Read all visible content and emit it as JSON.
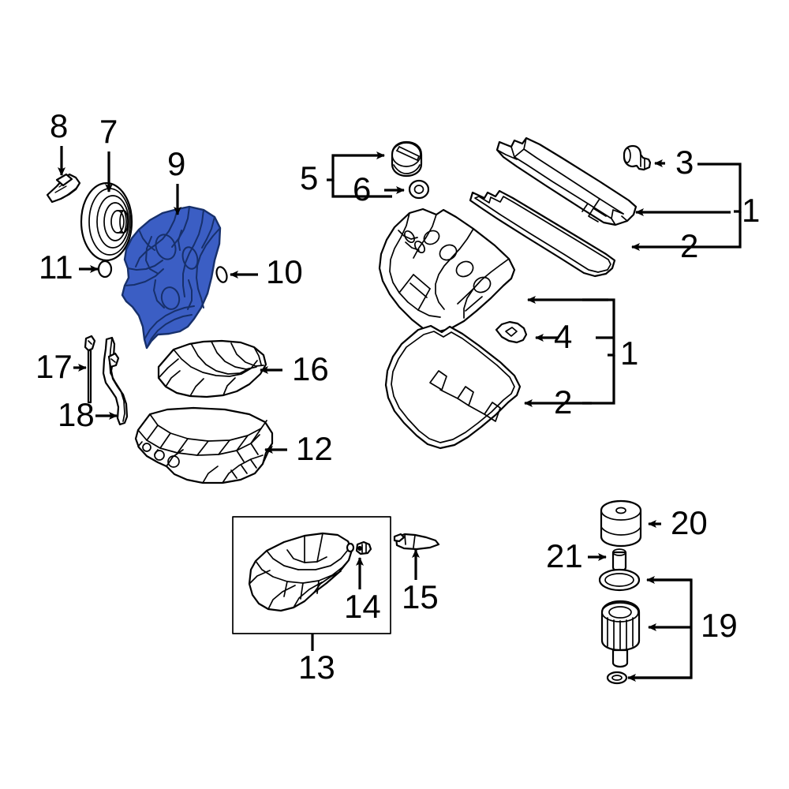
{
  "diagram": {
    "title": "Engine Parts Exploded Diagram",
    "highlight_color": "#3b5ec4",
    "line_color": "#000000",
    "background": "#ffffff",
    "highlighted_part_number": "9"
  },
  "callouts": [
    {
      "id": "c8",
      "label": "8",
      "part": "crankshaft-pulley-bolt"
    },
    {
      "id": "c7",
      "label": "7",
      "part": "crankshaft-pulley"
    },
    {
      "id": "c9",
      "label": "9",
      "part": "timing-cover-highlighted"
    },
    {
      "id": "c11",
      "label": "11",
      "part": "front-crankshaft-seal"
    },
    {
      "id": "c10",
      "label": "10",
      "part": "timing-cover-o-ring"
    },
    {
      "id": "c5",
      "label": "5",
      "part": "oil-filler-cap"
    },
    {
      "id": "c6",
      "label": "6",
      "part": "oil-filler-cap-seal"
    },
    {
      "id": "c3",
      "label": "3",
      "part": "spark-plug-tube-seal"
    },
    {
      "id": "c1a",
      "label": "1",
      "part": "valve-cover-group-upper"
    },
    {
      "id": "c2a",
      "label": "2",
      "part": "valve-cover-gasket-upper"
    },
    {
      "id": "c4",
      "label": "4",
      "part": "valve-cover-grommet"
    },
    {
      "id": "c1b",
      "label": "1",
      "part": "valve-cover-group-lower"
    },
    {
      "id": "c2b",
      "label": "2",
      "part": "valve-cover-gasket-lower"
    },
    {
      "id": "c17",
      "label": "17",
      "part": "oil-level-dipstick"
    },
    {
      "id": "c18",
      "label": "18",
      "part": "dipstick-tube"
    },
    {
      "id": "c16",
      "label": "16",
      "part": "oil-baffle-windage-tray"
    },
    {
      "id": "c12",
      "label": "12",
      "part": "upper-oil-pan-ladder-frame"
    },
    {
      "id": "c13",
      "label": "13",
      "part": "lower-oil-pan-assembly"
    },
    {
      "id": "c14",
      "label": "14",
      "part": "oil-drain-plug-and-washer"
    },
    {
      "id": "c15",
      "label": "15",
      "part": "oil-pan-scraper-wedge"
    },
    {
      "id": "c20",
      "label": "20",
      "part": "oil-filter-cap"
    },
    {
      "id": "c21",
      "label": "21",
      "part": "oil-filter-cap-pin"
    },
    {
      "id": "c19",
      "label": "19",
      "part": "oil-filter-element-kit"
    }
  ],
  "callout_labels": {
    "n1": "1",
    "n2": "2",
    "n3": "3",
    "n4": "4",
    "n5": "5",
    "n6": "6",
    "n7": "7",
    "n8": "8",
    "n9": "9",
    "n10": "10",
    "n11": "11",
    "n12": "12",
    "n13": "13",
    "n14": "14",
    "n15": "15",
    "n16": "16",
    "n17": "17",
    "n18": "18",
    "n19": "19",
    "n20": "20",
    "n21": "21"
  }
}
